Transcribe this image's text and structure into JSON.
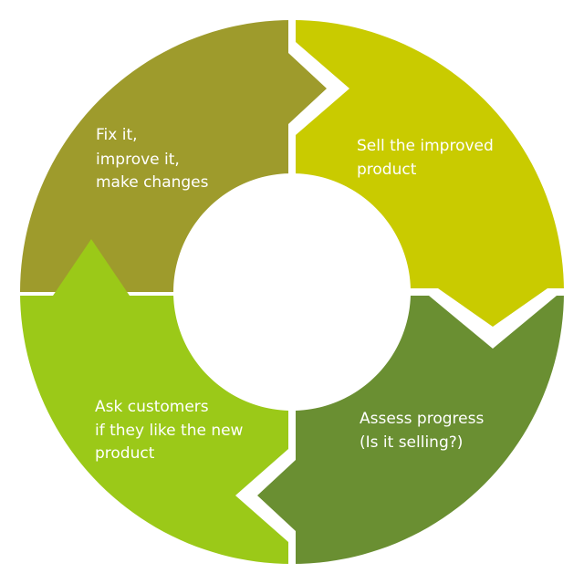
{
  "diagram": {
    "type": "cycle",
    "direction": "clockwise",
    "segments": [
      {
        "id": "fix",
        "lines": [
          "Fix it,",
          "improve it,",
          "make changes"
        ],
        "color": "#9e9b2c"
      },
      {
        "id": "sell",
        "lines": [
          "Sell the improved",
          "product"
        ],
        "color": "#c9cb00"
      },
      {
        "id": "assess",
        "lines": [
          "Assess progress",
          "(Is it selling?)"
        ],
        "color": "#6a8f32"
      },
      {
        "id": "ask",
        "lines": [
          "Ask customers",
          "if they like the new",
          "product"
        ],
        "color": "#9bc918"
      }
    ]
  }
}
